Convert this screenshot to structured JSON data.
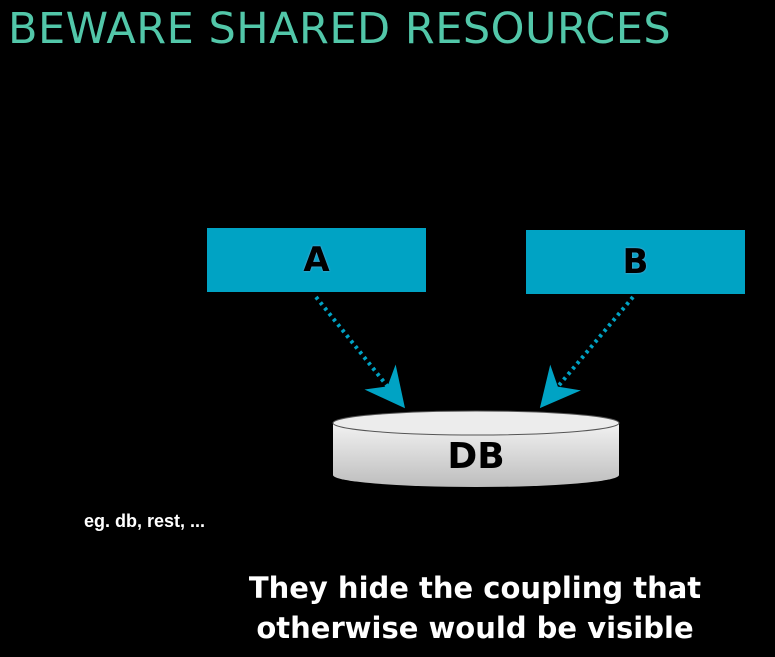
{
  "title": "BEWARE SHARED RESOURCES",
  "diagram": {
    "nodes": [
      {
        "id": "A",
        "label": "A"
      },
      {
        "id": "B",
        "label": "B"
      },
      {
        "id": "DB",
        "label": "DB"
      }
    ],
    "edges": [
      {
        "from": "A",
        "to": "DB",
        "style": "dotted"
      },
      {
        "from": "B",
        "to": "DB",
        "style": "dotted"
      }
    ],
    "colors": {
      "box": "#00a3c4",
      "arrow": "#00a3c4",
      "title": "#52c7a9"
    }
  },
  "note": "eg. db, rest, ...",
  "caption": {
    "line1": "They hide the coupling that",
    "line2": "otherwise would be visible"
  }
}
